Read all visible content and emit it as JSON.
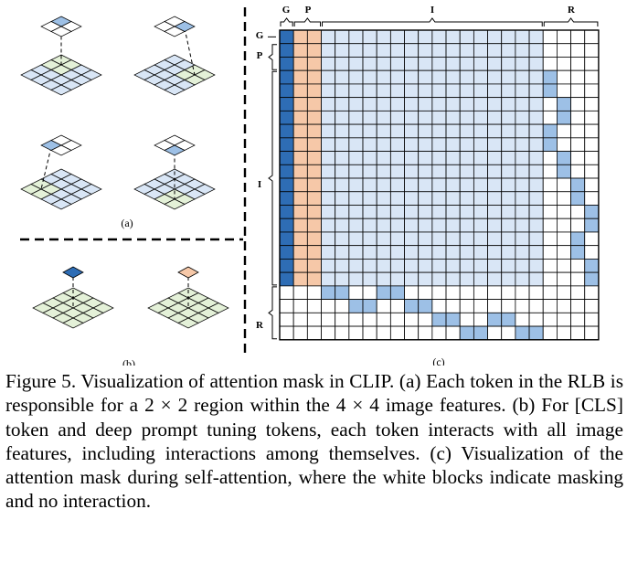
{
  "figure": {
    "matrix_header": {
      "g": "G",
      "p": "P",
      "i": "I",
      "r": "R"
    },
    "matrix_rows": {
      "g": "G",
      "p": "P",
      "i": "I",
      "r": "R"
    },
    "subfigure_labels": {
      "a": "(a)",
      "b": "(b)",
      "c": "(c)"
    },
    "colors": {
      "cls": "#2e6db5",
      "prompt": "#f6c8a8",
      "image": "#d9e6f6",
      "rlb_active": "#9dc0e6",
      "grid_green": "#e4f1d8",
      "cls_token_b": "#2e6db5",
      "prompt_token_b": "#f6c8a8",
      "masked": "#ffffff",
      "grid_line": "#000000"
    },
    "mask_layout": {
      "g_columns": 1,
      "p_columns": 2,
      "i_columns": 16,
      "r_columns": 4,
      "g_rows": 1,
      "p_rows": 2,
      "i_rows": 16,
      "r_rows": 4
    }
  },
  "caption": {
    "text": "Figure 5. Visualization of attention mask in CLIP. (a) Each token in the RLB is responsible for a 2 × 2 region within the 4 × 4 image features. (b) For [CLS] token and deep prompt tuning tokens, each token interacts with all image features, including interactions among themselves. (c) Visualization of the attention mask during self-attention, where the white blocks indicate masking and no interaction."
  }
}
